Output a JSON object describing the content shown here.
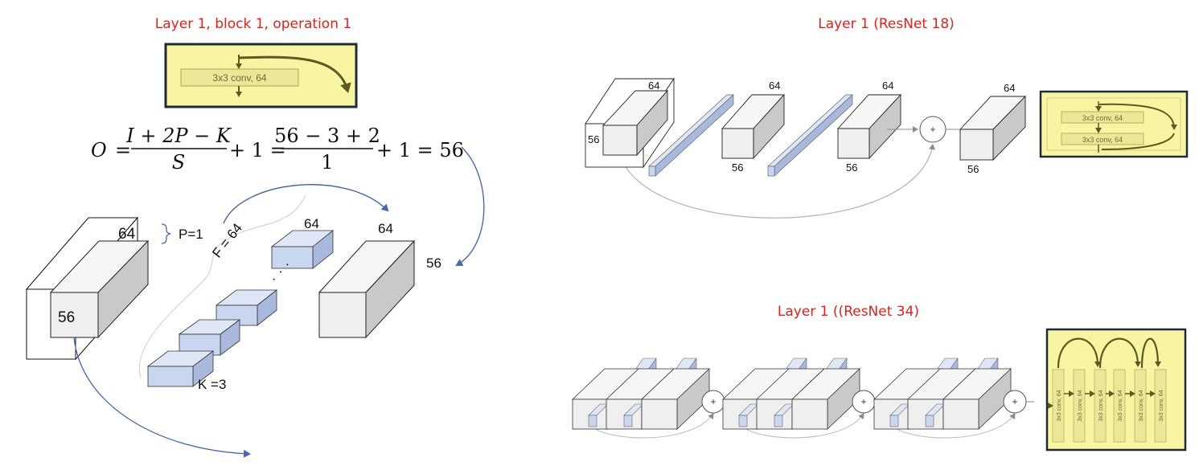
{
  "left_panel": {
    "title": "Layer 1, block 1, operation 1",
    "inset_conv_label": "3x3 conv, 64",
    "formula": {
      "lhs": "O",
      "eq": "=",
      "num1": "I + 2P − K",
      "den1": "S",
      "plus_one_a": "+ 1 =",
      "num2": "56  − 3 + 2",
      "den2": "1",
      "plus_one_b": "+ 1 = 56"
    },
    "input_depth": "64",
    "input_size": "56",
    "padding_label": "P=1",
    "filters_label": "F = 64",
    "kernel_label": "K =3",
    "kernel_top_depth": "64",
    "output_depth": "64",
    "output_size": "56",
    "ellipsis": "·  ·  ·"
  },
  "resnet18_panel": {
    "title": "Layer 1 (ResNet 18)",
    "input_depth": "64",
    "input_size": "56",
    "mid_depth": "64",
    "mid_size": "56",
    "out1_depth": "64",
    "out1_size": "56",
    "final_depth": "64",
    "final_size": "56",
    "plus": "+",
    "inset_labels": [
      "3x3 conv, 64",
      "3x3 conv, 64"
    ]
  },
  "resnet34_panel": {
    "title": "Layer 1 ((ResNet 34)",
    "plus": "+",
    "inset_labels": [
      "3x3 conv, 64",
      "3x3 conv, 64",
      "3x3 conv, 64",
      "3x3 conv, 64",
      "3x3 conv, 64",
      "3x3 conv, 64"
    ]
  },
  "colors": {
    "title": "#e0201c",
    "inset_fill": "#f7f4a2",
    "inset_border": "#1d2b3a",
    "inset_item": "#ece796",
    "inset_item_border": "#b9b25e",
    "arrow_olive": "#5a5a22",
    "arrow_blue": "#4a67a8",
    "cube_front": "#efefef",
    "cube_top": "#f8f8f8",
    "cube_side": "#c9c9c9",
    "kernel_front": "#c9d6ef",
    "kernel_top": "#dfe7f7",
    "kernel_side": "#a9b9dc"
  }
}
